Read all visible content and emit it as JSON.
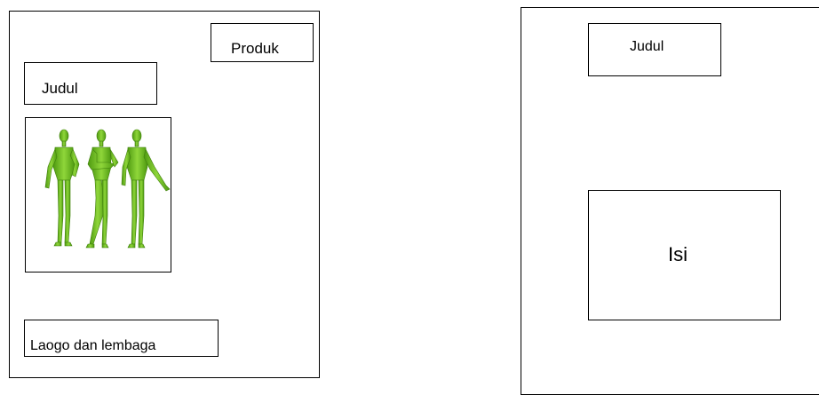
{
  "left_layout": {
    "product_label": "Produk",
    "title_label": "Judul",
    "logo_label": "Laogo dan lembaga",
    "image": {
      "icon": "three-figures-illustration",
      "color": "#6dbb1e"
    }
  },
  "right_layout": {
    "title_label": "Judul",
    "content_label": "Isi"
  }
}
